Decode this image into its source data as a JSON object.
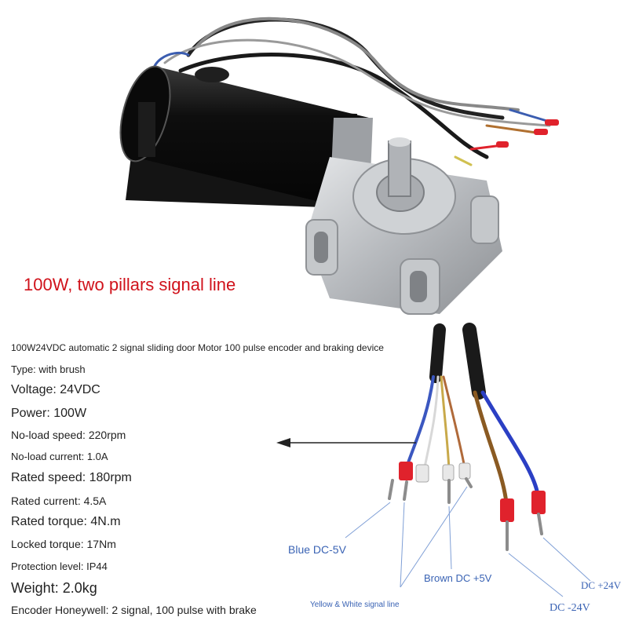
{
  "headline": "100W, two pillars signal line",
  "specs": {
    "title": "100W24VDC automatic 2 signal sliding door Motor 100 pulse encoder and braking device",
    "type": "Type: with brush",
    "voltage": "Voltage: 24VDC",
    "power": "Power: 100W",
    "no_load_speed": "No-load speed: 220rpm",
    "no_load_current": "No-load current: 1.0A",
    "rated_speed": "Rated speed: 180rpm",
    "rated_current": "Rated current: 4.5A",
    "rated_torque": "Rated torque: 4N.m",
    "locked_torque": "Locked torque: 17Nm",
    "protection": "Protection level: IP44",
    "weight": "Weight: 2.0kg",
    "encoder": "Encoder Honeywell: 2 signal, 100 pulse with brake"
  },
  "wire_labels": {
    "blue": "Blue DC-5V",
    "brown": "Brown DC +5V",
    "yellow_white": "Yellow & White signal line",
    "dc_plus": "DC +24V",
    "dc_minus": "DC -24V"
  },
  "colors": {
    "headline": "#d0121b",
    "label_blue": "#3a63b4",
    "ferrule_red": "#e0222c",
    "motor_body": "#141414",
    "gearbox": "#b9bcc0"
  }
}
